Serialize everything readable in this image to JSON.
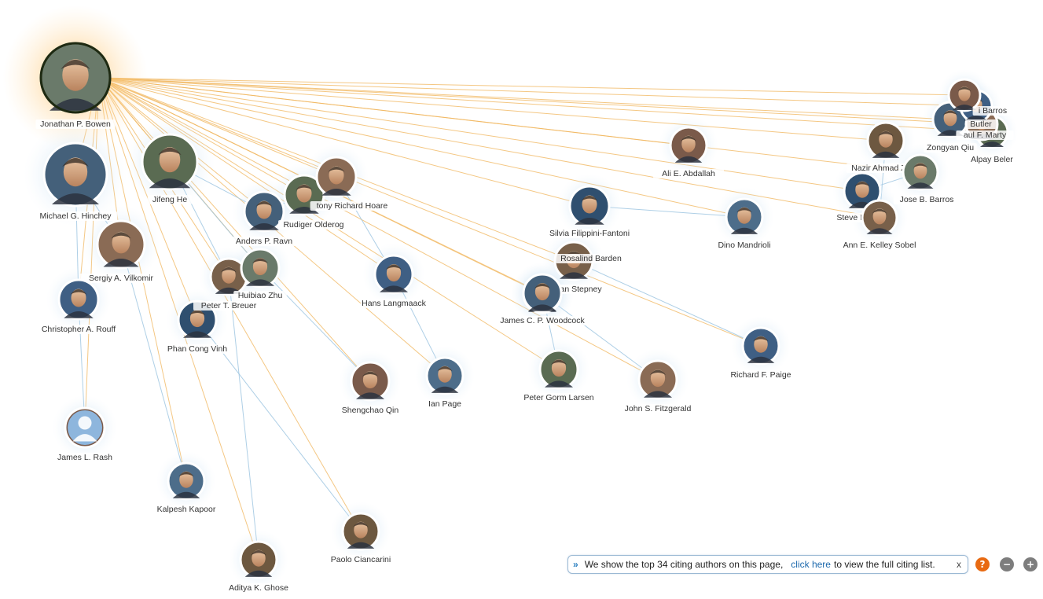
{
  "graph": {
    "center": "Jonathan P. Bowen",
    "authors": [
      "Jonathan P. Bowen",
      "Michael G. Hinchey",
      "Jifeng He",
      "Sergiy A. Vilkomir",
      "Christopher A. Rouff",
      "James L. Rash",
      "Kalpesh Kapoor",
      "Aditya K. Ghose",
      "Phan Cong Vinh",
      "Peter T. Breuer",
      "Huibiao Zhu",
      "Anders P. Ravn",
      "Rudiger Olderog",
      "Antony Richard Hoare",
      "Hans Langmaack",
      "Shengchao Qin",
      "Ian Page",
      "Paolo Ciancarini",
      "Silvia Filippini-Fantoni",
      "Rosalind Barden",
      "Susan Stepney",
      "James C. P. Woodcock",
      "Peter Gorm Larsen",
      "John S. Fitzgerald",
      "Richard F. Paige",
      "Ali E. Abdallah",
      "Dino Mandrioli",
      "Nazir Ahmad Zafar",
      "Steve Reeves",
      "Ann E. Kelley Sobel",
      "Jose B. Barros",
      "Zongyan Qiu",
      "Alpay Beler",
      "Paul F. Marty",
      "Butler",
      "Barros"
    ],
    "labels": [
      "Jonathan P. Bowen",
      "Michael G. Hinchey",
      "Jifeng He",
      "Sergiy A. Vilkomir",
      "Christopher A. Rouff",
      "James L. Rash",
      "Kalpesh Kapoor",
      "Aditya K. Ghose",
      "Phan Cong Vinh",
      "Peter T. Breuer",
      "Huibiao Zhu",
      "Anders P. Ravn",
      "Rudiger Olderog",
      "tony Richard Hoare",
      "Hans Langmaack",
      "Shengchao Qin",
      "Ian Page",
      "Paolo Ciancarini",
      "Silvia Filippini-Fantoni",
      "Rosalind Barden",
      "Susan Stepney",
      "James C. P. Woodcock",
      "Peter Gorm Larsen",
      "John S. Fitzgerald",
      "Richard F. Paige",
      "Ali E. Abdallah",
      "Dino Mandrioli",
      "Nazir Ahmad Zafar",
      "Steve Reeves",
      "Ann E. Kelley Sobel",
      "Jose B. Barros",
      "Zongyan Qiu",
      "Alpay Beler",
      "aul F. Marty",
      "Butler",
      "i Barros"
    ]
  },
  "info_bar": {
    "prefix": "We show the top 34 citing authors on this page,",
    "link": "click here",
    "suffix": "to view the full citing list.",
    "close": "x",
    "chevron": "»"
  },
  "controls": {
    "help": "?",
    "zoom_out": "−",
    "zoom_in": "+"
  },
  "colors": {
    "center_glow": "#ffb347",
    "node_glow": "#a9cbe8",
    "edge_primary": "#f0b45a",
    "edge_secondary": "#9ac3e0",
    "node_border": "#ffffff",
    "link": "#1d69ad",
    "help_button": "#e86a12"
  }
}
